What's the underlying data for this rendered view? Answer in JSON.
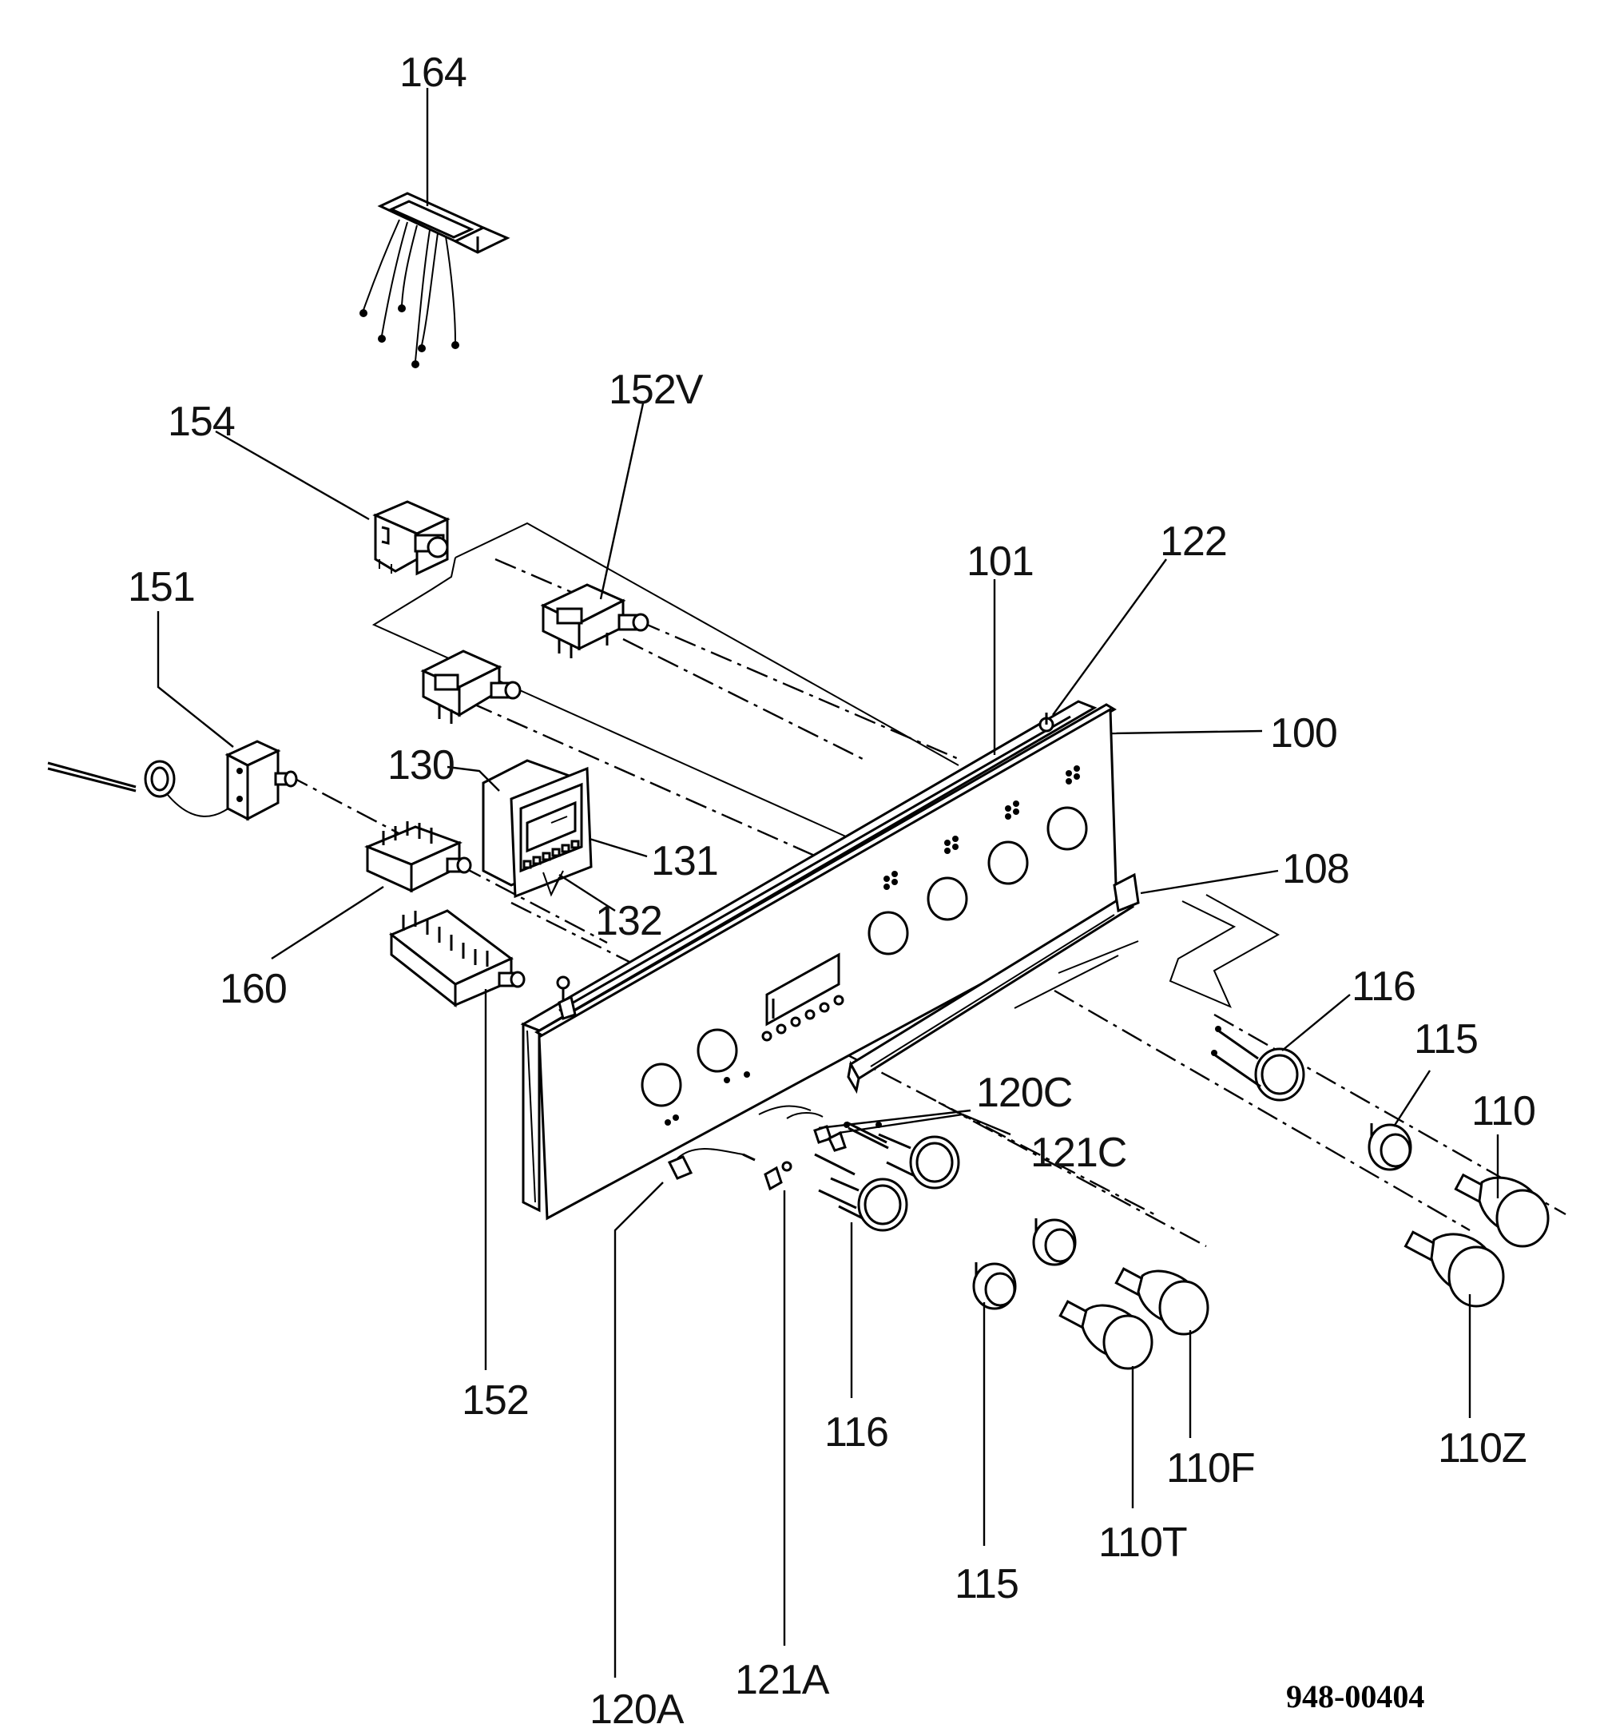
{
  "diagram": {
    "part_labels": {
      "p164": "164",
      "p154": "154",
      "p152V": "152V",
      "p151": "151",
      "p130": "130",
      "p131": "131",
      "p132": "132",
      "p160": "160",
      "p152": "152",
      "p101": "101",
      "p122": "122",
      "p100": "100",
      "p108": "108",
      "p116a": "116",
      "p115a": "115",
      "p110": "110",
      "p120C": "120C",
      "p121C": "121C",
      "p110Z": "110Z",
      "p110F": "110F",
      "p110T": "110T",
      "p116b": "116",
      "p115b": "115",
      "p120A": "120A",
      "p121A": "121A"
    },
    "document_code": "948-00404"
  }
}
